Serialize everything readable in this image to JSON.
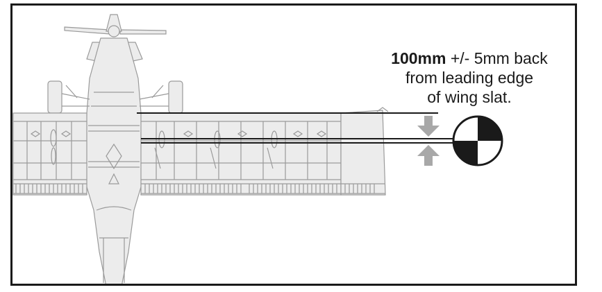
{
  "callout": {
    "measurement": "100mm",
    "rest_line1": "+/- 5mm back",
    "line2": "from leading edge",
    "line3": "of wing slat."
  },
  "colors": {
    "outline": "#1a1a1a",
    "airframe": "#9a9a9a",
    "arrow": "#a8a8a8"
  },
  "icons": [
    "cg-target-icon",
    "arrow-down-icon",
    "arrow-up-icon"
  ]
}
